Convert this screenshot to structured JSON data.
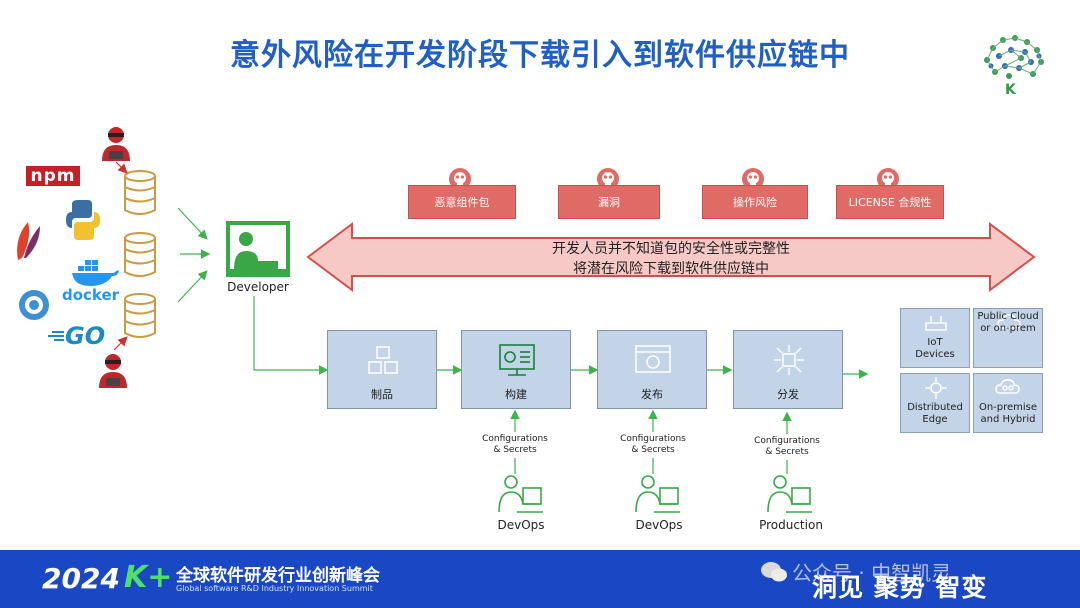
{
  "title": "意外风险在开发阶段下载引入到软件供应链中",
  "brand_logo_letter": "K",
  "repos": {
    "npm": "npm",
    "docker": "docker",
    "go": "GO"
  },
  "developer_label": "Developer",
  "risk_badges": [
    "恶意组件包",
    "漏洞",
    "操作风险",
    "LICENSE 合规性"
  ],
  "banner": {
    "line1": "开发人员并不知道包的安全性或完整性",
    "line2": "将潜在风险下载到软件供应链中"
  },
  "pipeline": [
    "制品",
    "构建",
    "发布",
    "分发"
  ],
  "config_label": "Configurations\n& Secrets",
  "config_labels": [
    "Configurations",
    "& Secrets"
  ],
  "persons": [
    "DevOps",
    "DevOps",
    "Production"
  ],
  "targets": [
    {
      "line1": "IoT",
      "line2": "Devices"
    },
    {
      "line1": "Public Cloud",
      "line2": "or on-prem"
    },
    {
      "line1": "Distributed",
      "line2": "Edge"
    },
    {
      "line1": "On-premise",
      "line2": "and Hybrid"
    }
  ],
  "footer": {
    "year": "2024",
    "brand": "K+",
    "summit_cn": "全球软件研发行业创新峰会",
    "summit_en": "Global software R&D Industry Innovation Summit",
    "slogan": "洞见 聚势 智变",
    "watermark": "公众号 · 中智凯灵"
  },
  "colors": {
    "title": "#1f5fc6",
    "badge": "#e06b66",
    "box": "#c3d3e8",
    "arrow_green": "#3cb44b",
    "footer": "#1a47c4"
  }
}
